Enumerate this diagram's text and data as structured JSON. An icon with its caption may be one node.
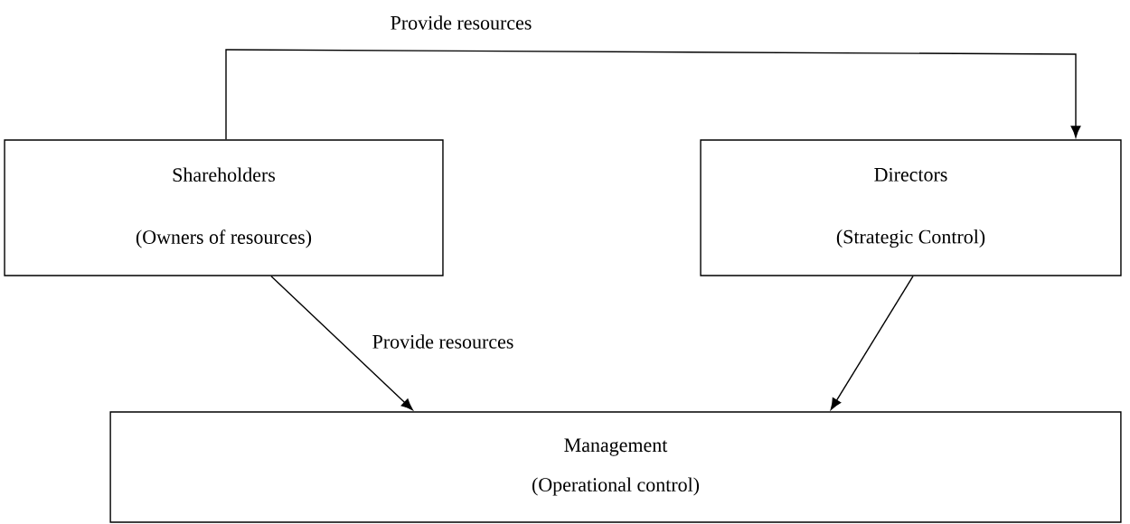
{
  "diagram": {
    "nodes": [
      {
        "text": [
          "Shareholders",
          "(Owners of resources)"
        ]
      },
      {
        "text": [
          "Directors",
          "(Strategic Control)"
        ]
      },
      {
        "text": [
          "Management",
          "(Operational control)"
        ]
      }
    ],
    "edges": [
      {
        "from": 0,
        "to": 1,
        "arrow": "to",
        "label": "Provide resources"
      },
      {
        "from": 0,
        "to": 2,
        "arrow": "to",
        "label": "Provide resources"
      },
      {
        "from": 1,
        "to": 2,
        "arrow": "to"
      }
    ]
  }
}
